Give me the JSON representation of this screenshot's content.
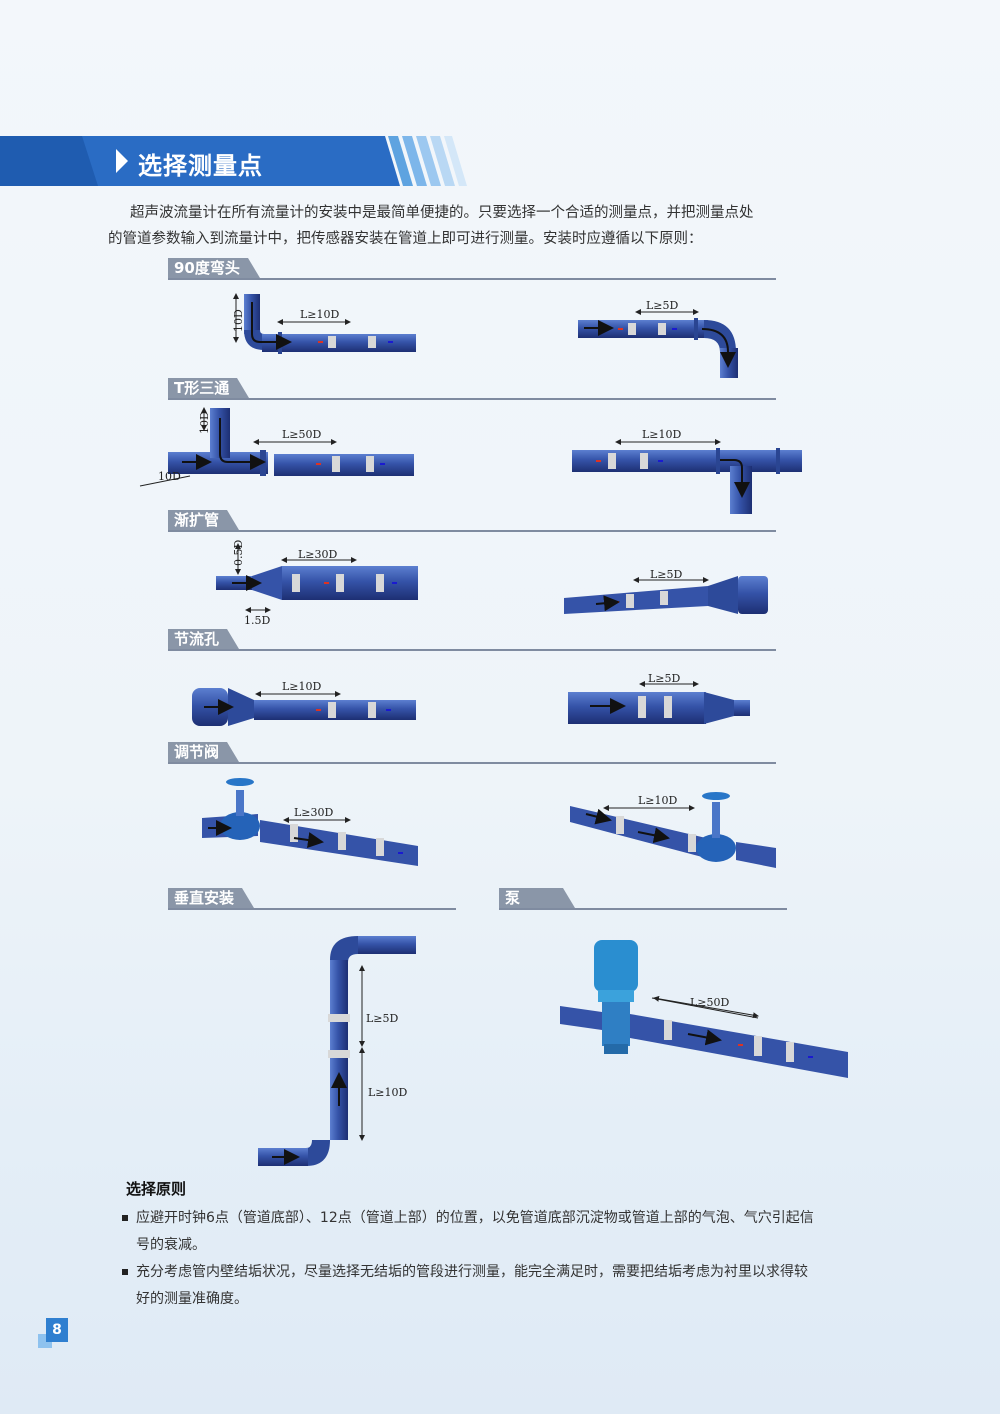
{
  "header": {
    "title": "选择测量点"
  },
  "intro": {
    "line1": "超声波流量计在所有流量计的安装中是最简单便捷的。只要选择一个合适的测量点，并把测量点处",
    "line2": "的管道参数输入到流量计中，把传感器安装在管道上即可进行测量。安装时应遵循以下原则："
  },
  "sections": {
    "elbow": {
      "label": "90度弯头",
      "left_dims": [
        "10D",
        "L≥10D"
      ],
      "right_dims": [
        "L≥5D"
      ]
    },
    "tee": {
      "label": "T形三通",
      "left_dims": [
        "10D",
        "L≥50D",
        "10D"
      ],
      "right_dims": [
        "L≥10D"
      ]
    },
    "expander": {
      "label": "渐扩管",
      "left_dims": [
        "0.5D",
        "L≥30D",
        "1.5D"
      ],
      "right_dims": [
        "L≥5D"
      ]
    },
    "orifice": {
      "label": "节流孔",
      "left_dims": [
        "L≥10D"
      ],
      "right_dims": [
        "L≥5D"
      ]
    },
    "valve": {
      "label": "调节阀",
      "left_dims": [
        "L≥30D"
      ],
      "right_dims": [
        "L≥10D"
      ]
    },
    "vertical": {
      "label": "垂直安装",
      "dims": [
        "L≥5D",
        "L≥10D"
      ]
    },
    "pump": {
      "label": "泵",
      "dims": [
        "L≥50D"
      ]
    }
  },
  "principles": {
    "title": "选择原则",
    "items": [
      "应避开时钟6点（管道底部）、12点（管道上部）的位置，以免管道底部沉淀物或管道上部的气泡、气穴引起信号的衰减。",
      "充分考虑管内壁结垢状况，尽量选择无结垢的管段进行测量，能完全满足时，需要把结垢考虑为衬里以求得较好的测量准确度。"
    ]
  },
  "page_number": "8",
  "colors": {
    "pipe": "#3553a8",
    "banner": "#1f5cb0",
    "tag": "#8a96a8",
    "accent_light": "#8ec2ef"
  }
}
